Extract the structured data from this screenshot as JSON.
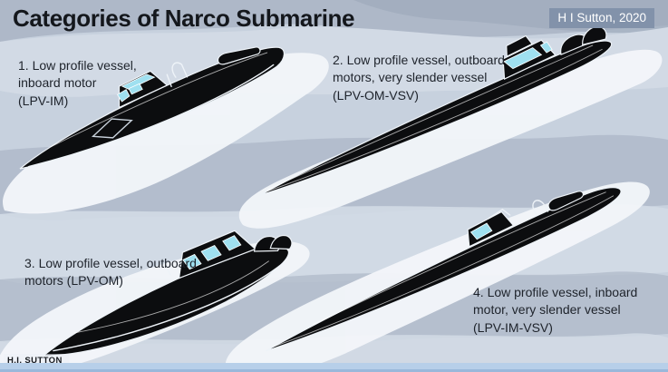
{
  "header": {
    "title": "Categories of Narco Submarine",
    "credit": "H I Sutton, 2020"
  },
  "watermark": "H.I. SUTTON",
  "categories": [
    {
      "label": "1. Low profile vessel,\ninboard motor\n(LPV-IM)"
    },
    {
      "label": "2. Low profile vessel, outboard\nmotors, very slender vessel\n(LPV-OM-VSV)"
    },
    {
      "label": "3. Low profile vessel, outboard\nmotors (LPV-OM)"
    },
    {
      "label": "4. Low profile vessel, inboard\nmotor, very slender vessel\n(LPV-IM-VSV)"
    }
  ],
  "colors": {
    "background": "#c7d1de",
    "band_dark": "#aeb8c8",
    "band_darker": "#9fabbc",
    "band_light": "#d2dae5",
    "wake": "#f3f6fa",
    "hull": "#0c0d0f",
    "window": "#9fe0f0",
    "outline": "#eef3f8",
    "badge_bg": "#8292aa",
    "badge_text": "#ffffff",
    "title_text": "#14171c",
    "label_text": "#1e232b",
    "footer_bar": "#b7cfe9",
    "footer_edge": "#9ab8da"
  }
}
